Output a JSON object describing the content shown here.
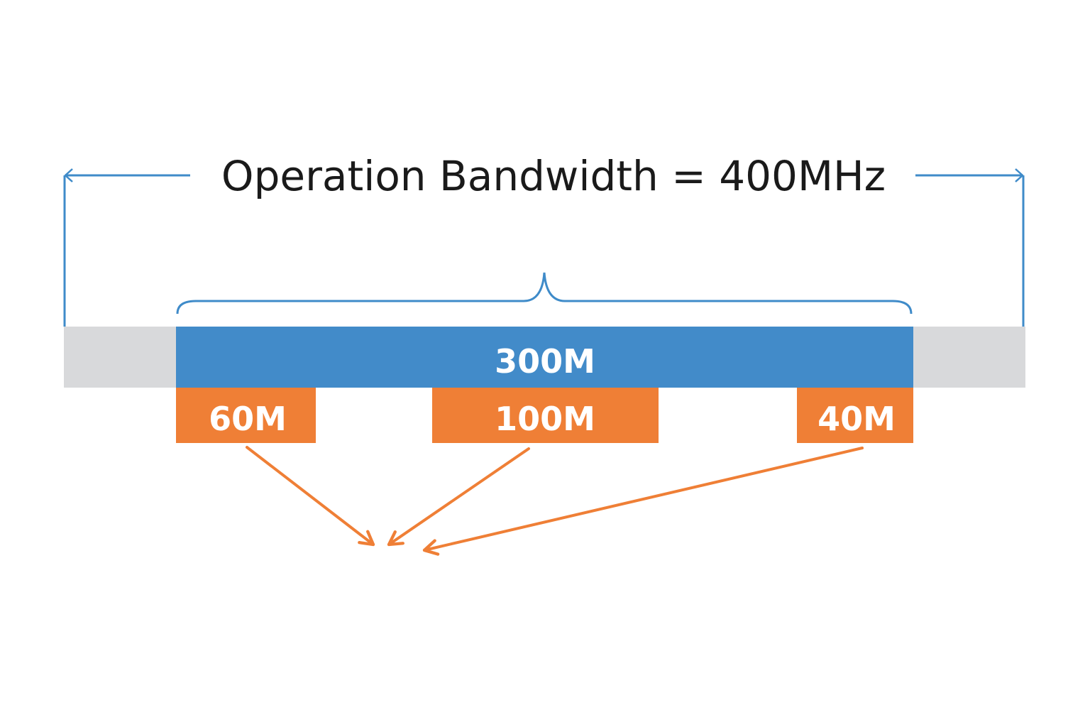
{
  "title": "Operation Bandwidth = 400MHz",
  "total_bandwidth_mhz": 400,
  "main_band": {
    "label": "300M",
    "value_mhz": 300
  },
  "sub_bands": [
    {
      "label": "60M",
      "value_mhz": 60
    },
    {
      "label": "100M",
      "value_mhz": 100
    },
    {
      "label": "40M",
      "value_mhz": 40
    }
  ],
  "colors": {
    "accent_blue": "#3f8bc9",
    "band_blue": "#428bc9",
    "guard_gray": "#d8d9db",
    "sub_orange": "#ef7f36",
    "title_text": "#1a1a1a",
    "label_text": "#ffffff"
  }
}
